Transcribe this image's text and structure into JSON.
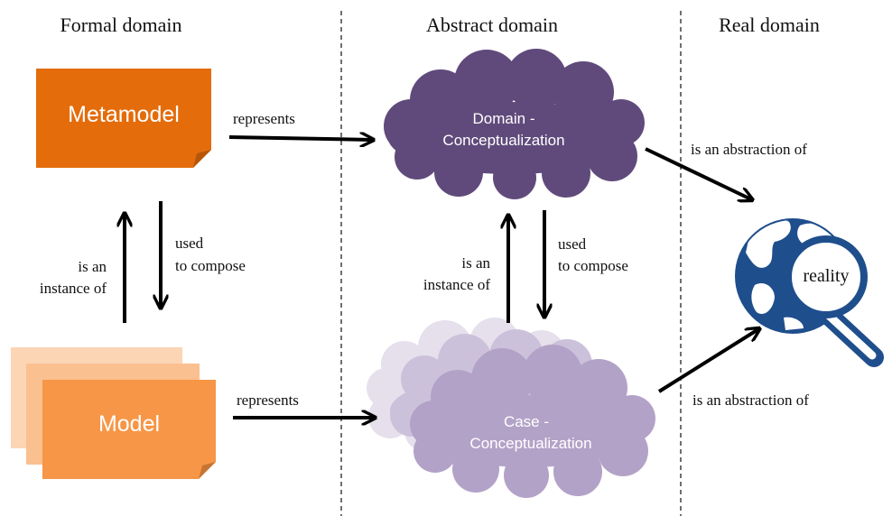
{
  "columns": {
    "formal": "Formal domain",
    "abstract": "Abstract domain",
    "real": "Real domain"
  },
  "nodes": {
    "metamodel": "Metamodel",
    "model": "Model",
    "domain_concept_line1": "Domain -",
    "domain_concept_line2": "Conceptualization",
    "case_concept_line1": "Case -",
    "case_concept_line2": "Conceptualization",
    "reality": "reality"
  },
  "relations": {
    "represents_top": "represents",
    "represents_bottom": "represents",
    "abstraction_top": "is an abstraction of",
    "abstraction_bottom": "is an abstraction of",
    "instance_left_1": "is an",
    "instance_left_2": "instance of",
    "compose_left_1": "used",
    "compose_left_2": "to compose",
    "instance_mid_1": "is an",
    "instance_mid_2": "instance of",
    "compose_mid_1": "used",
    "compose_mid_2": "to compose"
  },
  "colors": {
    "metamodel": "#E46C0A",
    "model_front": "#F79646",
    "model_mid": "#FAC090",
    "model_back": "#FCD5B5",
    "domain_cloud": "#604A7B",
    "case_cloud_front": "#B3A2C7",
    "case_cloud_back": "#CCC1DA",
    "case_cloud_far": "#E5E0EC",
    "globe": "#1F4E8C"
  }
}
